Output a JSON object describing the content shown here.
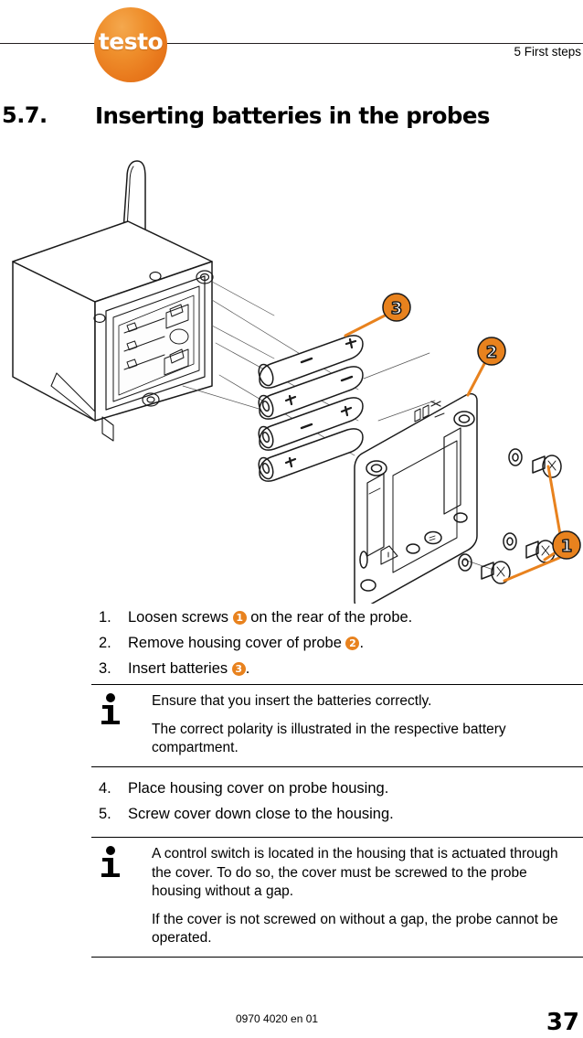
{
  "header": {
    "logo_text": "testo",
    "running_head": "5 First steps"
  },
  "section": {
    "number": "5.7.",
    "title": "Inserting batteries in the probes"
  },
  "figure": {
    "alt": "Exploded view of wireless probe: housing with antenna, four batteries, housing cover and screws",
    "callouts": [
      {
        "label": "1",
        "meaning": "screws"
      },
      {
        "label": "2",
        "meaning": "housing cover"
      },
      {
        "label": "3",
        "meaning": "batteries"
      }
    ],
    "battery_marks": [
      "+",
      "–",
      "+",
      "–",
      "+",
      "–",
      "+",
      "–"
    ]
  },
  "steps_first": [
    {
      "num": "1.",
      "text_before": "Loosen screws ",
      "badge": "1",
      "text_after": " on the rear of the probe."
    },
    {
      "num": "2.",
      "text_before": "Remove housing cover of probe ",
      "badge": "2",
      "text_after": "."
    },
    {
      "num": "3.",
      "text_before": "Insert batteries ",
      "badge": "3",
      "text_after": "."
    }
  ],
  "info_first": {
    "icon": "info-i-icon",
    "paragraphs": [
      "Ensure that you insert the batteries correctly.",
      "The correct polarity is illustrated in the respective battery compartment."
    ]
  },
  "steps_second": [
    {
      "num": "4.",
      "text": "Place housing cover on probe housing."
    },
    {
      "num": "5.",
      "text": "Screw cover down close to the housing."
    }
  ],
  "info_second": {
    "icon": "info-i-icon",
    "paragraphs": [
      "A control switch is located in the housing that is actuated through the cover. To do so, the cover must be screwed to the probe housing without a gap.",
      "If the cover is not screwed on without a gap, the probe cannot be operated."
    ]
  },
  "footer": {
    "doc_number": "0970 4020 en 01",
    "page_number": "37"
  },
  "colors": {
    "accent_orange": "#e8821e",
    "rule_black": "#231f20"
  }
}
